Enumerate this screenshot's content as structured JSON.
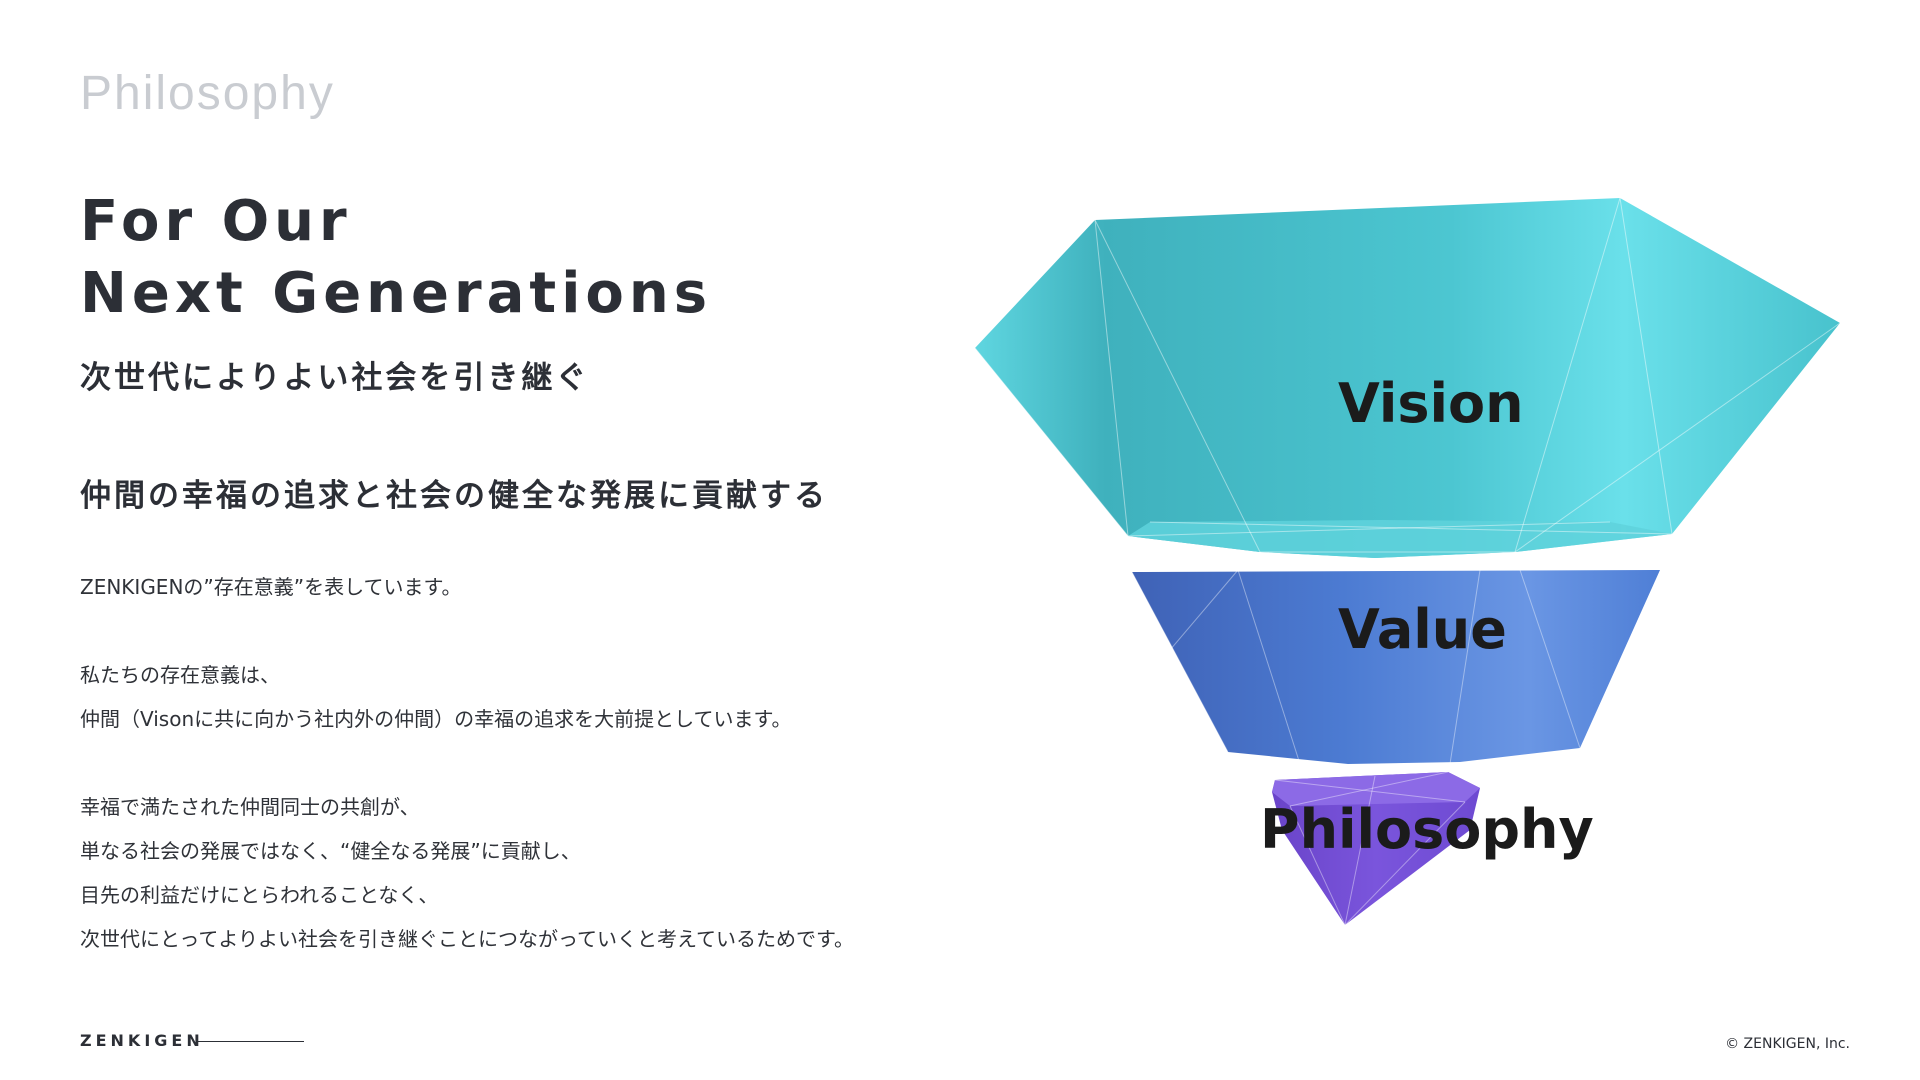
{
  "section_title": "Philosophy",
  "headline": {
    "line1": "For Our",
    "line2": "Next Generations"
  },
  "subhead": "次世代によりよい社会を引き継ぐ",
  "mission": "仲間の幸福の追求と社会の健全な発展に貢献する",
  "body": {
    "p1": "ZENKIGENの”存在意義”を表しています。",
    "p2_l1": "私たちの存在意義は、",
    "p2_l2": "仲間（Visonに共に向かう社内外の仲間）の幸福の追求を大前提としています。",
    "p3_l1": "幸福で満たされた仲間同士の共創が、",
    "p3_l2": "単なる社会の発展ではなく、“健全なる発展”に貢献し、",
    "p3_l3": "目先の利益だけにとらわれることなく、",
    "p3_l4": "次世代にとってよりよい社会を引き継ぐことにつながっていくと考えているためです。"
  },
  "diagram": {
    "vision_label": "Vision",
    "value_label": "Value",
    "philosophy_label": "Philosophy",
    "colors": {
      "vision": "#4cc3cf",
      "vision_light": "#74e3ee",
      "value": "#4a78d2",
      "value_light": "#6d97e6",
      "philosophy": "#7450d6",
      "philosophy_light": "#9272e8"
    }
  },
  "footer": {
    "brand": "ZENKIGEN",
    "copyright": "© ZENKIGEN, Inc."
  }
}
